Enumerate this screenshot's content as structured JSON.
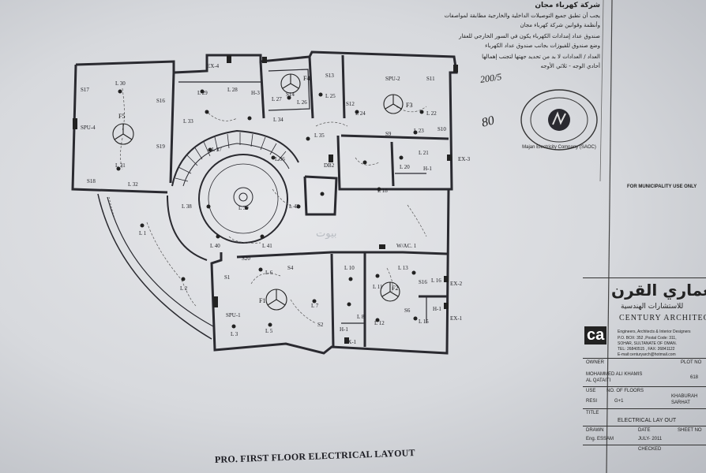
{
  "drawing": {
    "title": "PRO. FIRST FLOOR ELECTRICAL LAYOUT",
    "handwritten_note_1": "200/5",
    "handwritten_note_2": "80",
    "watermark_text": "بيوت"
  },
  "notes": {
    "company_header": "شركة كهرباء مجان",
    "lines": [
      "يجب أن تطبق جميع التوصيلات الداخلية والخارجية مطابقة لمواصفات",
      "وأنظمة وقوانين شركة كهرباء مجان",
      "صندوق عداد إمدادات الكهرباء يكون في السور الخارجي للعقار",
      "وضع صندوق للفيوزات بجانب صندوق عداد الكهرباء",
      "العداد / العدادات لا بد من تحديد جهتها لتجنب إهمالها",
      "أحادي الوجه - ثلاثي الأوجه"
    ]
  },
  "stamp": {
    "text": "Majan Electricity Company (SAOC)"
  },
  "title_block": {
    "municipality_label": "FOR MUNICIPALITY USE ONLY",
    "firm_arabic": "معماري القرن",
    "firm_arabic_sub": "للاستشارات الهندسية",
    "firm_english": "CENTURY ARCHITECTS",
    "logo": "ca",
    "firm_desc": "Engineers, Architects & Interior Designers",
    "address_1": "P.O. BOX: 352 ,Postal Code: 311,",
    "address_2": "SOHAR, SULTANATE OF OMAN.",
    "address_3": "TEL: 26840515 , FAX: 26841122",
    "address_4": "E-mail:centuryarch@hotmail.com",
    "owner_label": "OWNER",
    "plot_label": "PLOT NO",
    "owner_name_1": "MOHAMMED ALI KHAMIS",
    "owner_name_2": "AL QATAITI",
    "plot_no": "618",
    "use_label": "USE",
    "floors_label": "NO. OF FLOORS",
    "use_value": "RESI",
    "floors_value": "G+1",
    "location_1": "KHABURAH",
    "location_2": "SARHAT",
    "title_label": "TITLE",
    "title_value": "ELECTRICAL LAY OUT",
    "drawn_label": "DRAWN",
    "date_label": "DATE",
    "sheet_label": "SHEET NO",
    "drawn_value": "Eng. ESSAM",
    "date_value": "JULY- 2011",
    "checked_label": "CHECKED"
  },
  "plan_labels": {
    "ex4": "EX-4",
    "ex3": "EX-3",
    "ex2": "EX-2",
    "ex1": "EX-1",
    "ex1b": "EX-1",
    "spu2": "SPU-2",
    "spu4": "SPU-4",
    "spu1": "SPU-1",
    "wac1": "W/AC. 1",
    "db2": "DB2",
    "f1": "F1",
    "f2": "F2",
    "f3": "F3",
    "f4": "F4",
    "f5": "F5",
    "l1": "L 1",
    "l2": "L 2",
    "l3": "L 3",
    "l5": "L 5",
    "l6": "L 6",
    "l7": "L 7",
    "l8": "L 8",
    "l10": "L 10",
    "l11": "L 11",
    "l12": "L 12",
    "l13": "L 13",
    "l15": "L 15",
    "l16": "L 16",
    "l18": "L 18",
    "l20": "L 20",
    "l21": "L 21",
    "l22": "L 22",
    "l23": "L 23",
    "l24": "L 24",
    "l25": "L 25",
    "l26": "L 26",
    "l27": "L 27",
    "l28": "L 28",
    "l29": "L 29",
    "l30": "L 30",
    "l31": "L 31",
    "l32": "L 32",
    "l33": "L 33",
    "l34": "L 34",
    "l35": "L 35",
    "l36": "L 36",
    "l37": "L 37",
    "l38": "L 38",
    "l39": "L 39",
    "l40": "L 40",
    "l41": "L 41",
    "l42": "L 42",
    "s1": "S1",
    "s2": "S2",
    "s4": "S4",
    "s6": "S6",
    "s9": "S9",
    "s10": "S10",
    "s11": "S11",
    "s12": "S12",
    "s13": "S13",
    "s14": "S14",
    "s16": "S16",
    "s17": "S17",
    "s18": "S18",
    "s19": "S19",
    "s20": "S20",
    "h1": "H-1",
    "h1b": "H-1",
    "h1c": "H-1",
    "h3": "H-3"
  }
}
